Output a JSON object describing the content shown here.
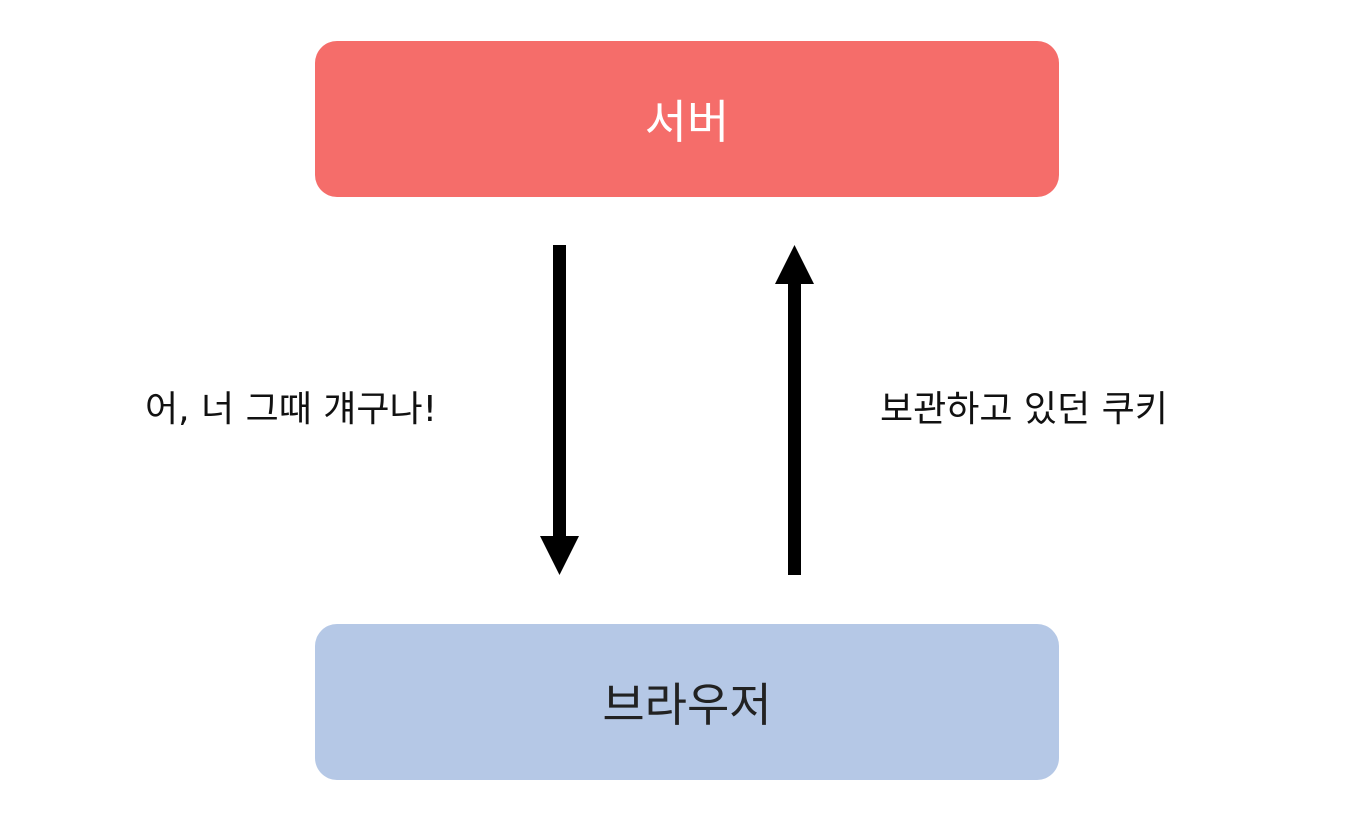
{
  "colors": {
    "server_fill": "#F56D6A",
    "browser_fill": "#B5C8E6",
    "arrow": "#000000"
  },
  "server": {
    "label": "서버"
  },
  "browser": {
    "label": "브라우저"
  },
  "edges": {
    "server_to_browser": {
      "label": "어, 너 그때 걔구나!"
    },
    "browser_to_server": {
      "label": "보관하고 있던 쿠키"
    }
  }
}
